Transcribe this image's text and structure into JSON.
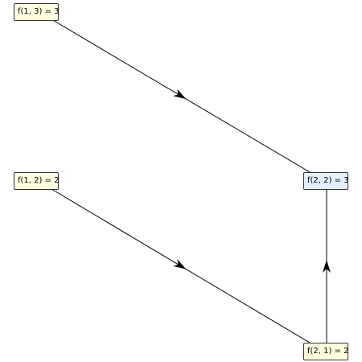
{
  "diagram": {
    "colors": {
      "default_node_fill": "#ffffe0",
      "highlight_node_fill": "#e2f0ff",
      "edge": "#000000",
      "node_border": "#333333"
    },
    "nodes": [
      {
        "id": "f13",
        "label": "f(1, 3) = 3",
        "highlight": false
      },
      {
        "id": "f12",
        "label": "f(1, 2) = 2",
        "highlight": false
      },
      {
        "id": "f22",
        "label": "f(2, 2) = 3",
        "highlight": true
      },
      {
        "id": "f21",
        "label": "f(2, 1) = 2",
        "highlight": false
      }
    ],
    "edges": [
      {
        "from": "f13",
        "to": "f22"
      },
      {
        "from": "f12",
        "to": "f21"
      },
      {
        "from": "f21",
        "to": "f22"
      }
    ]
  }
}
